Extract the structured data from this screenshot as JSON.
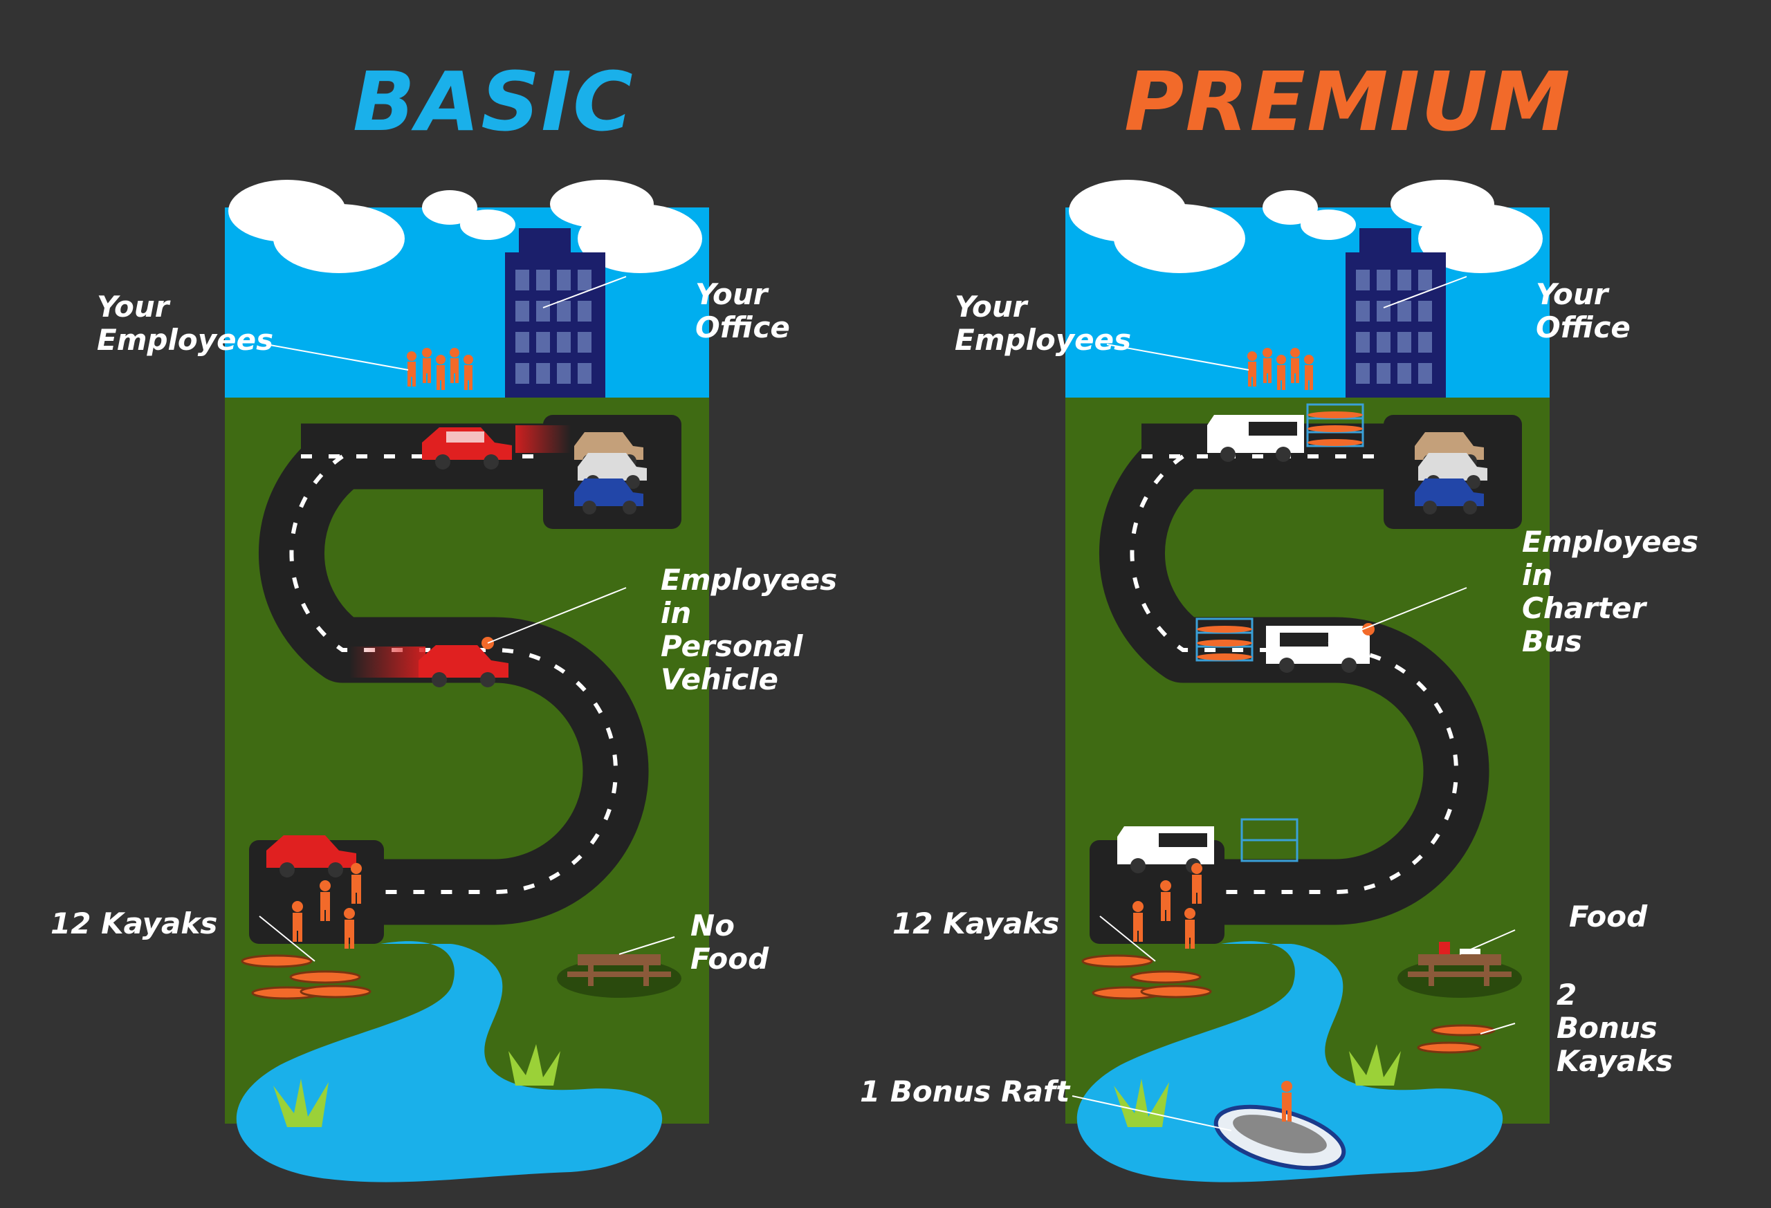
{
  "plans": {
    "basic": {
      "title": "BASIC",
      "title_color": "#1ab0ea",
      "labels": {
        "employees": "Your\nEmployees",
        "office": "Your Office",
        "transport": "Employees\nin Personal\nVehicle",
        "kayaks": "12 Kayaks",
        "food": "No Food"
      }
    },
    "premium": {
      "title": "PREMIUM",
      "title_color": "#f26a2a",
      "labels": {
        "employees": "Your\nEmployees",
        "office": "Your Office",
        "transport": "Employees in\nCharter Bus",
        "kayaks": "12 Kayaks",
        "food": "Food",
        "bonus_kayaks": "2 Bonus\nKayaks",
        "bonus_raft": "1 Bonus Raft"
      }
    }
  },
  "colors": {
    "background": "#333333",
    "sky": "#00aeef",
    "grass": "#3f6b13",
    "road": "#222222",
    "water": "#1ab0ea",
    "building": "#1b1f6b",
    "person": "#f26a2a",
    "car": "#e02020",
    "van": "#ffffff"
  }
}
